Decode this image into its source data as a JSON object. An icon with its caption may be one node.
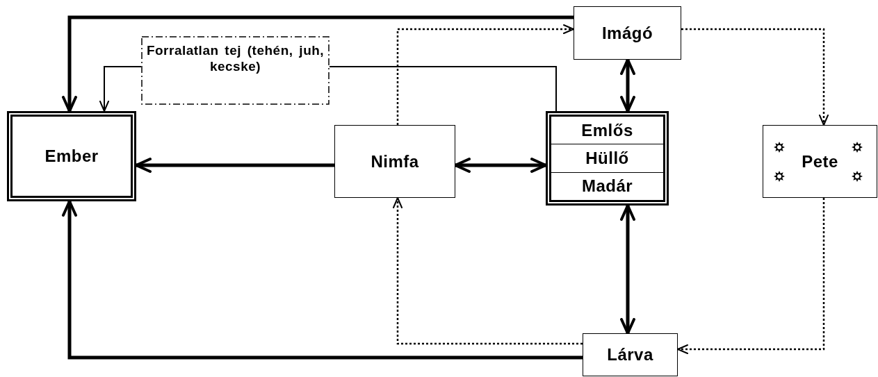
{
  "diagram": {
    "nodes": [
      {
        "text": [
          "Ember"
        ]
      },
      {
        "text": [
          "Forralatlan tej (tehén, juh, kecske)"
        ]
      },
      {
        "text": [
          "Imágó"
        ]
      },
      {
        "text": [
          "Nimfa"
        ]
      },
      {
        "text": [],
        "shape": "box"
      },
      {
        "text": [
          "Emlős"
        ],
        "in": 4
      },
      {
        "text": [
          "Hüllő"
        ],
        "in": 4
      },
      {
        "text": [
          "Madár"
        ],
        "in": 4
      },
      {
        "text": [
          "Pete"
        ]
      },
      {
        "text": [
          "Lárva"
        ]
      }
    ],
    "edges": [
      {
        "from": 2,
        "to": 0,
        "arrow": "to",
        "style": "thick"
      },
      {
        "from": 1,
        "to": 0,
        "arrow": "to"
      },
      {
        "from": 4,
        "to": 1,
        "arrow": "none"
      },
      {
        "from": 3,
        "to": 2,
        "arrow": "to",
        "style": "dashed"
      },
      {
        "from": 2,
        "to": 4,
        "arrow": "both",
        "style": "thick"
      },
      {
        "from": 2,
        "to": 8,
        "arrow": "to",
        "style": "dashed"
      },
      {
        "from": 3,
        "to": 0,
        "arrow": "to",
        "style": "thick"
      },
      {
        "from": 3,
        "to": 4,
        "arrow": "both",
        "style": "thick"
      },
      {
        "from": 4,
        "to": 9,
        "arrow": "both",
        "style": "thick"
      },
      {
        "from": 8,
        "to": 9,
        "arrow": "to",
        "style": "dashed"
      },
      {
        "from": 9,
        "to": 3,
        "arrow": "to",
        "style": "dashed"
      },
      {
        "from": 9,
        "to": 0,
        "arrow": "to",
        "style": "thick"
      }
    ]
  }
}
